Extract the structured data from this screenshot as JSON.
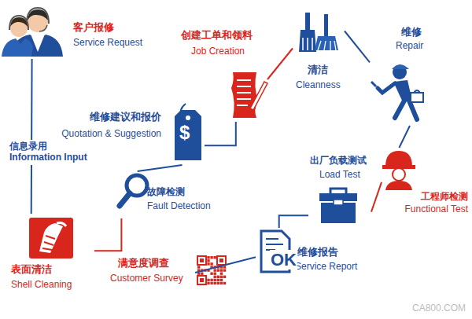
{
  "diagram": {
    "nodes": [
      {
        "text": [
          "客户报修",
          "Service Request"
        ]
      },
      {
        "text": [
          "表面清洁",
          "Shell Cleaning"
        ]
      },
      {
        "text": [
          "故障检测",
          "Fault Detection"
        ]
      },
      {
        "text": [
          "维修建议和报价",
          "Quotation & Suggestion"
        ]
      },
      {
        "text": [
          "创建工单和领料",
          "Job Creation"
        ]
      },
      {
        "text": [
          "清洁",
          "Cleanness"
        ]
      },
      {
        "text": [
          "维修",
          "Repair"
        ]
      },
      {
        "text": [
          "工程师检测",
          "Functional Test"
        ]
      },
      {
        "text": [
          "出厂负载测试",
          "Load Test"
        ]
      },
      {
        "text": [
          "维修报告",
          "Service Report"
        ]
      },
      {
        "text": [
          "满意度调查",
          "Customer Survey"
        ]
      }
    ],
    "edges": [
      {
        "from": 0,
        "to": 1,
        "arrow": "none",
        "label": "信息录用 Information Input"
      },
      {
        "from": 1,
        "to": 2,
        "arrow": "none"
      },
      {
        "from": 2,
        "to": 3,
        "arrow": "none"
      },
      {
        "from": 3,
        "to": 4,
        "arrow": "none"
      },
      {
        "from": 4,
        "to": 5,
        "arrow": "none"
      },
      {
        "from": 5,
        "to": 6,
        "arrow": "none"
      },
      {
        "from": 6,
        "to": 7,
        "arrow": "none"
      },
      {
        "from": 7,
        "to": 8,
        "arrow": "none"
      },
      {
        "from": 8,
        "to": 9,
        "arrow": "none"
      },
      {
        "from": 9,
        "to": 10,
        "arrow": "none"
      }
    ],
    "labels": [
      "$",
      "OK",
      "CA800.COM"
    ]
  }
}
